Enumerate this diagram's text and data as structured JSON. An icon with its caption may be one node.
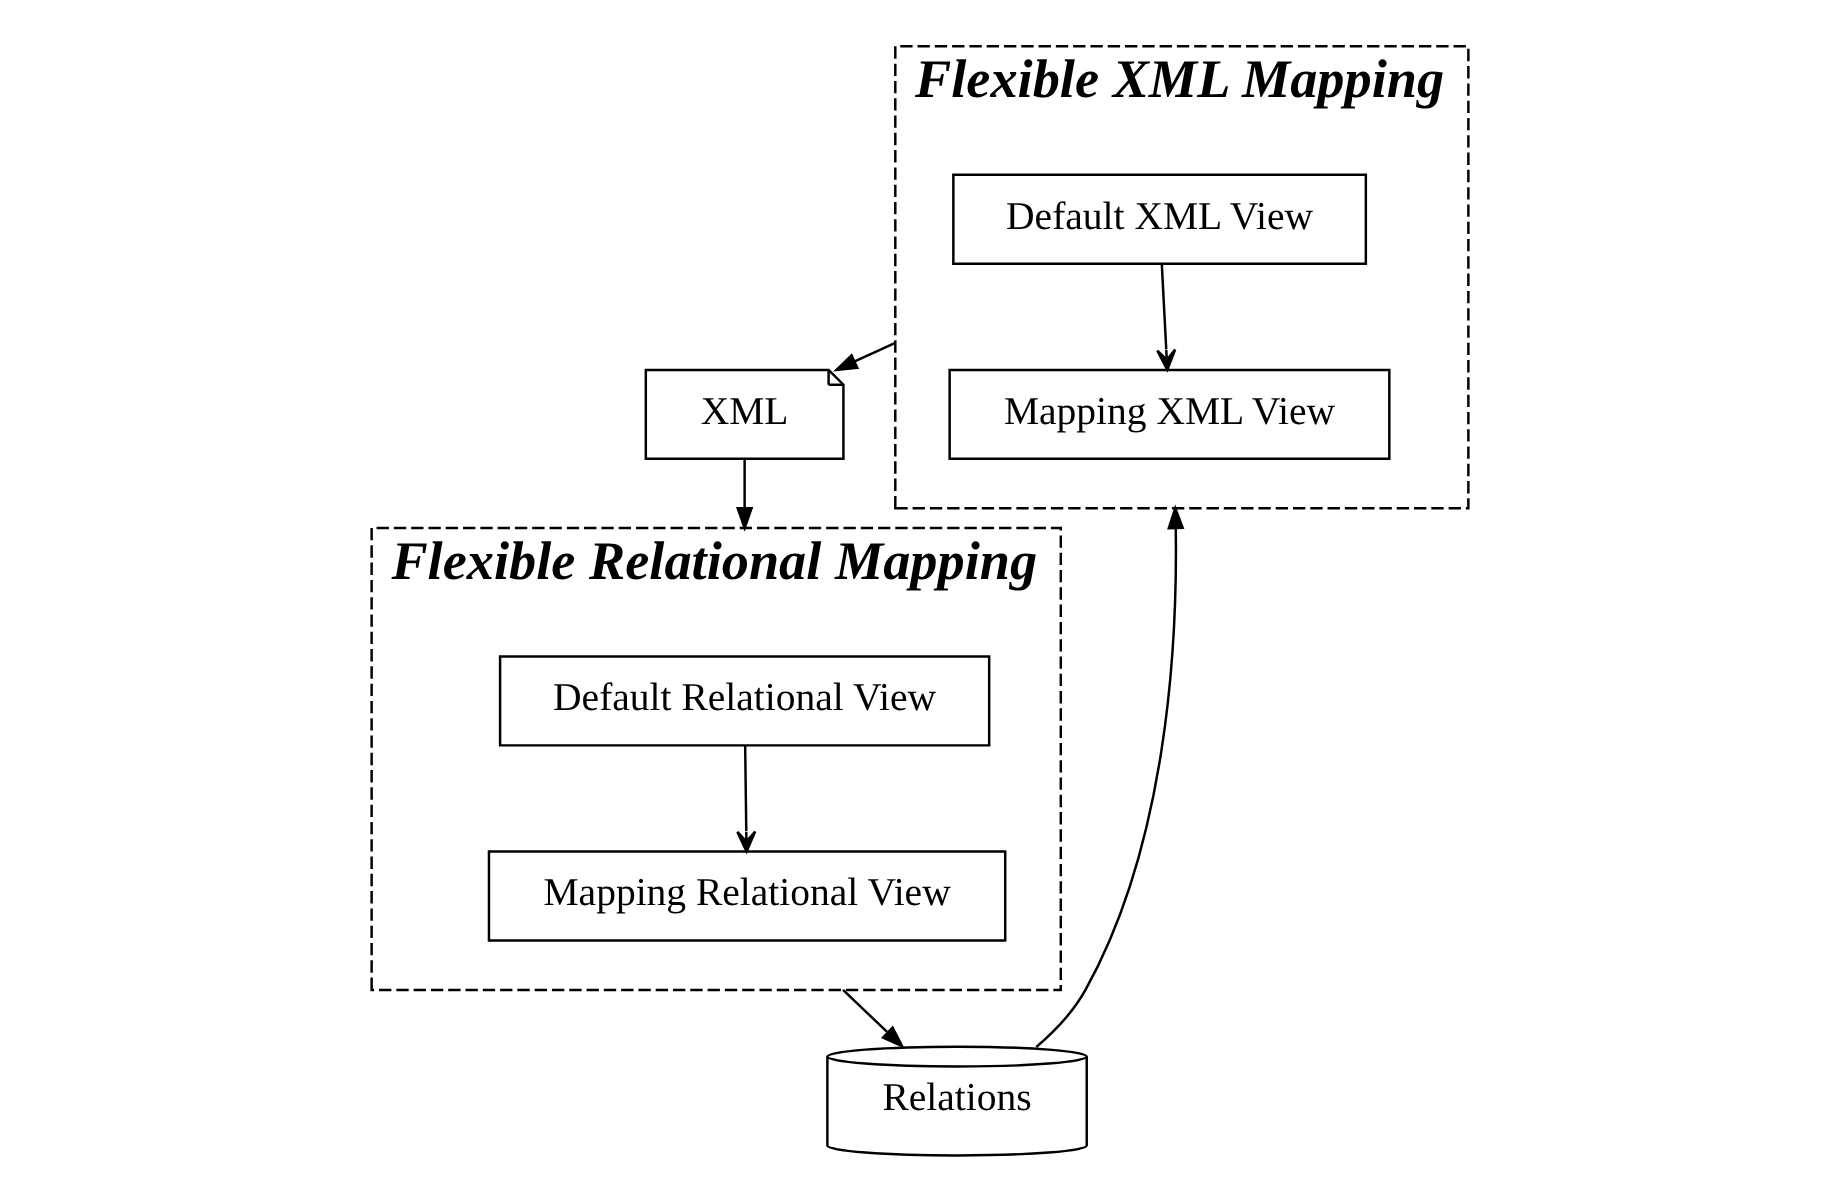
{
  "diagram": {
    "nodes": [
      {
        "text": [
          "XML"
        ]
      },
      {
        "text": [
          "Flexible Relational Mapping"
        ]
      },
      {
        "text": [
          "Default Relational View"
        ],
        "in": 1
      },
      {
        "text": [
          "Mapping Relational View"
        ],
        "in": 1
      },
      {
        "text": [
          "Flexible XML Mapping"
        ]
      },
      {
        "text": [
          "Mapping XML View"
        ],
        "in": 4
      },
      {
        "text": [
          "Default XML View"
        ],
        "in": 4
      },
      {
        "text": [
          "Relations"
        ]
      }
    ],
    "edges": [
      {
        "from": 0,
        "to": 1,
        "arrow": "to"
      },
      {
        "from": 2,
        "to": 3,
        "arrow": "to"
      },
      {
        "from": 6,
        "to": 5,
        "arrow": "to"
      },
      {
        "from": 1,
        "to": 7,
        "arrow": "to"
      },
      {
        "from": 7,
        "to": 4,
        "arrow": "to"
      },
      {
        "from": 4,
        "to": 0,
        "arrow": "to"
      }
    ]
  }
}
